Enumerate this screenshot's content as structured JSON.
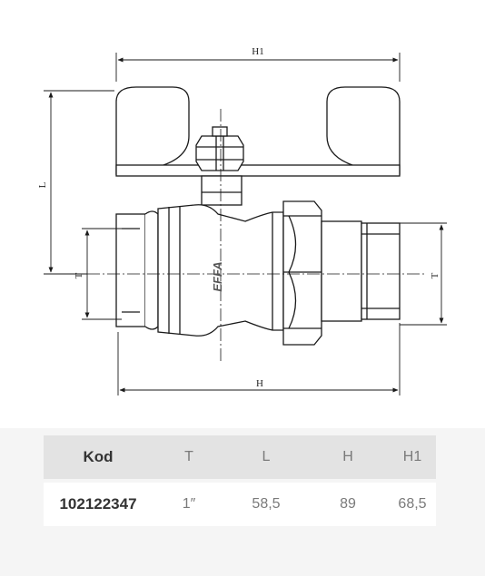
{
  "drawing": {
    "labels": {
      "h1": "H1",
      "h": "H",
      "l": "L",
      "t_left": "T",
      "t_right": "T"
    },
    "logo_text": "EFFA"
  },
  "table": {
    "headers": [
      "Kod",
      "T",
      "L",
      "H",
      "H1"
    ],
    "rows": [
      [
        "102122347",
        "1″",
        "58,5",
        "89",
        "68,5"
      ]
    ]
  },
  "colors": {
    "line": "#1a1a1a",
    "header_bg": "#e3e3e3",
    "band_bg": "#f5f5f5",
    "text_muted": "#7a7a7a"
  }
}
